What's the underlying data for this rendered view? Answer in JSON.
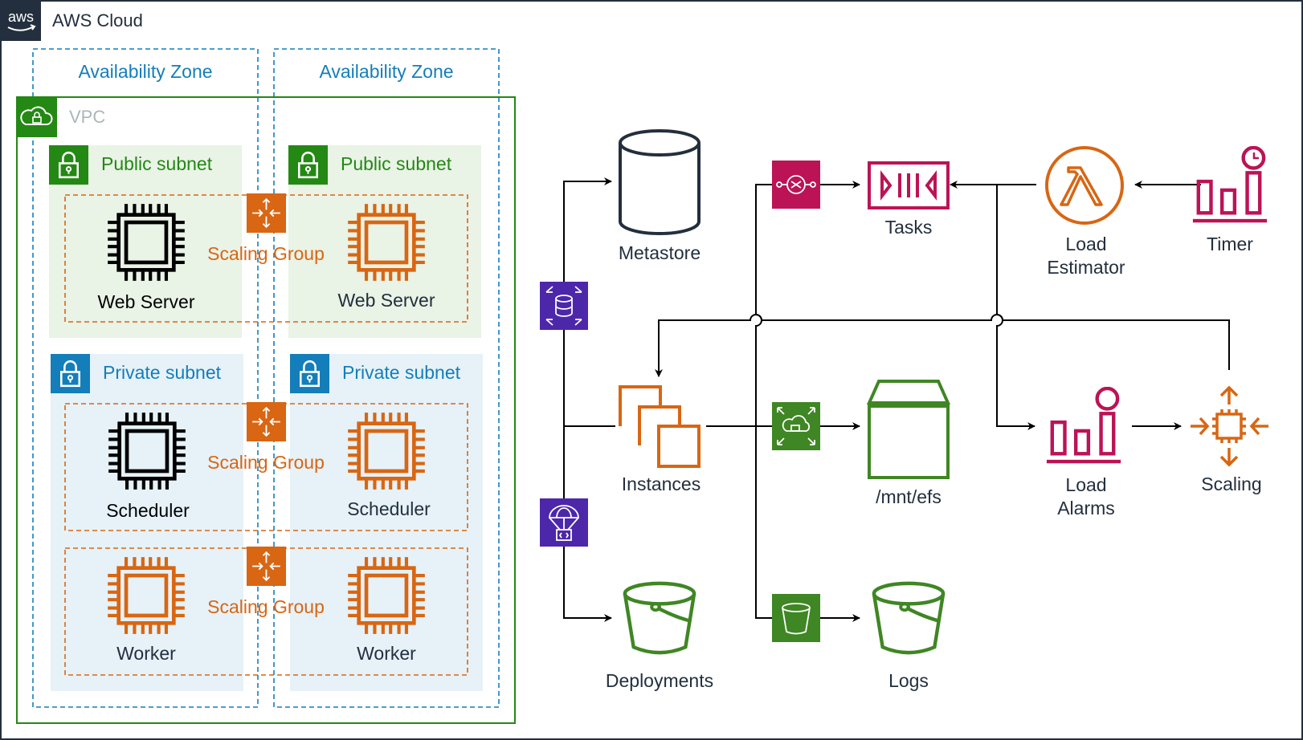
{
  "cloud": {
    "title": "AWS Cloud",
    "logo_text": "aws"
  },
  "zones": {
    "left_label": "Availability Zone",
    "right_label": "Availability Zone"
  },
  "vpc": {
    "label": "VPC"
  },
  "subnets": {
    "public_left": "Public subnet",
    "public_right": "Public subnet",
    "private_left": "Private subnet",
    "private_right": "Private subnet"
  },
  "scaling_groups": {
    "web": "Scaling Group",
    "scheduler": "Scaling Group",
    "worker": "Scaling Group"
  },
  "instances": {
    "web_server_left": "Web Server",
    "web_server_right": "Web Server",
    "scheduler_left": "Scheduler",
    "scheduler_right": "Scheduler",
    "worker_left": "Worker",
    "worker_right": "Worker"
  },
  "services": {
    "metastore": "Metastore",
    "instances": "Instances",
    "deployments": "Deployments",
    "tasks": "Tasks",
    "efs": "/mnt/efs",
    "logs": "Logs",
    "load_estimator_line1": "Load",
    "load_estimator_line2": "Estimator",
    "timer": "Timer",
    "load_alarms_line1": "Load",
    "load_alarms_line2": "Alarms",
    "scaling": "Scaling"
  },
  "colors": {
    "zone_blue": "#147EBA",
    "vpc_green": "#248814",
    "public_subnet_bg": "#E9F3E6",
    "private_subnet_bg": "#E6F2F8",
    "orange": "#D86613",
    "pink": "#BC1356",
    "purple": "#4D27AA",
    "storage_green": "#3F8624",
    "dark": "#232F3E"
  },
  "icons": {
    "cloud_logo": "aws-logo-icon",
    "vpc": "vpc-cloud-lock-icon",
    "subnet": "padlock-icon",
    "scaling_group": "auto-scaling-group-icon",
    "instance": "ec2-chip-icon",
    "metastore": "database-cylinder-icon",
    "rds": "rds-icon",
    "codedeploy": "codedeploy-icon",
    "sqs": "sqs-icon",
    "queue": "queue-icon",
    "lambda": "lambda-icon",
    "cloudwatch_alarm": "cloudwatch-alarm-icon",
    "autoscaling": "autoscaling-icon",
    "efs": "efs-icon",
    "efs_volume": "efs-volume-icon",
    "s3": "s3-icon",
    "bucket": "s3-bucket-icon",
    "instances": "ec2-instances-icon"
  }
}
